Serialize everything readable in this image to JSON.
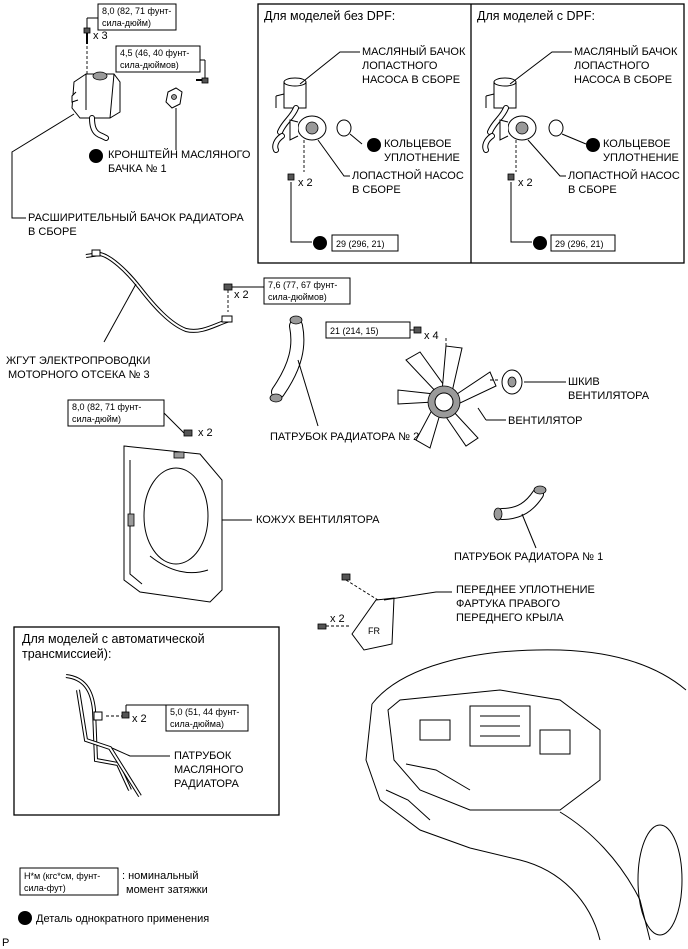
{
  "torque": {
    "t1": {
      "l1": "8,0 (82, 71 фунт-",
      "l2": "сила-дюйм)"
    },
    "t2": {
      "l1": "4,5 (46, 40 фунт-",
      "l2": "сила-дюймов)"
    },
    "t3": {
      "l1": "7,6 (77, 67 фунт-",
      "l2": "сила-дюймов)"
    },
    "t4": {
      "l1": "21 (214, 15)"
    },
    "t5": {
      "l1": "8,0 (82, 71 фунт-",
      "l2": "сила-дюйм)"
    },
    "t6": {
      "l1": "5,0 (51, 44 фунт-",
      "l2": "сила-дюйма)"
    },
    "t7": {
      "l1": "29 (296, 21)"
    },
    "t8": {
      "l1": "29 (296, 21)"
    }
  },
  "multipliers": {
    "x2": "x 2",
    "x3": "x 3",
    "x4": "x 4"
  },
  "labels": {
    "bracket": {
      "l1": "КРОНШТЕЙН МАСЛЯНОГО",
      "l2": "БАЧКА № 1"
    },
    "reservoir": {
      "l1": "РАСШИРИТЕЛЬНЫЙ БАЧОК РАДИАТОРА",
      "l2": "В СБОРЕ"
    },
    "wire": {
      "l1": "ЖГУТ ЭЛЕКТРОПРОВОДКИ",
      "l2": "МОТОРНОГО ОТСЕКА № 3"
    },
    "hose2": "ПАТРУБОК РАДИАТОРА № 2",
    "pulley": {
      "l1": "ШКИВ",
      "l2": "ВЕНТИЛЯТОРА"
    },
    "fan": "ВЕНТИЛЯТОР",
    "shroud": "КОЖУХ ВЕНТИЛЯТОРА",
    "hose1": "ПАТРУБОК РАДИАТОРА № 1",
    "seal": {
      "l1": "ПЕРЕДНЕЕ УПЛОТНЕНИЕ",
      "l2": "ФАРТУКА ПРАВОГО",
      "l3": "ПЕРЕДНЕГО КРЫЛА"
    },
    "oil_hose": {
      "l1": "ПАТРУБОК",
      "l2": "МАСЛЯНОГО",
      "l3": "РАДИАТОРА"
    }
  },
  "panels": {
    "no_dpf": {
      "title": "Для моделей без DPF:",
      "reservoir": {
        "l1": "МАСЛЯНЫЙ БАЧОК",
        "l2": "ЛОПАСТНОГО",
        "l3": "НАСОСА В СБОРЕ"
      },
      "oring": {
        "l1": "КОЛЬЦЕВОЕ",
        "l2": "УПЛОТНЕНИЕ"
      },
      "pump": {
        "l1": "ЛОПАСТНОЙ НАСОС",
        "l2": "В СБОРЕ"
      }
    },
    "dpf": {
      "title": "Для моделей с DPF:",
      "reservoir": {
        "l1": "МАСЛЯНЫЙ БАЧОК",
        "l2": "ЛОПАСТНОГО",
        "l3": "НАСОСА В СБОРЕ"
      },
      "oring": {
        "l1": "КОЛЬЦЕВОЕ",
        "l2": "УПЛОТНЕНИЕ"
      },
      "pump": {
        "l1": "ЛОПАСТНОЙ НАСОС",
        "l2": "В СБОРЕ"
      }
    },
    "auto": {
      "l1": "Для моделей с автоматической",
      "l2": "трансмиссией):"
    }
  },
  "legend": {
    "box": {
      "l1": "Н*м (кгс*см, фунт-",
      "l2": "сила-фут)"
    },
    "box_desc": {
      "l1": ": номинальный",
      "l2": "момент затяжки"
    },
    "single_use": "Деталь однократного применения"
  },
  "corner": "P",
  "fender_mark": "FR"
}
